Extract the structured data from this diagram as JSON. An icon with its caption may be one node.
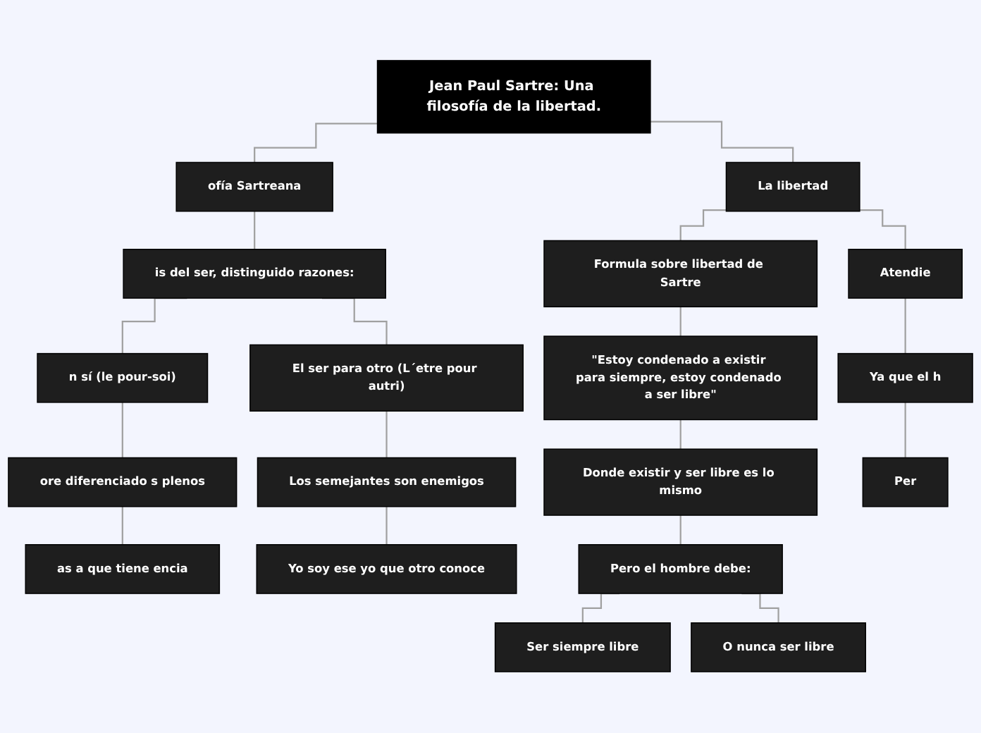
{
  "diagram": {
    "nodes": [
      {
        "text": [
          "Jean Paul Sartre: Una filosofía de la libertad."
        ]
      },
      {
        "text": [
          "ofía Sartreana"
        ]
      },
      {
        "text": [
          "is del ser, distinguido razones:"
        ]
      },
      {
        "text": [
          "n sí (le pour-soi)"
        ]
      },
      {
        "text": [
          "El ser para otro (L´etre pour autri)"
        ]
      },
      {
        "text": [
          "ore diferenciado s plenos"
        ]
      },
      {
        "text": [
          "Los semejantes son enemigos"
        ]
      },
      {
        "text": [
          "as a que tiene encia"
        ]
      },
      {
        "text": [
          "Yo soy ese yo que otro conoce"
        ]
      },
      {
        "text": [
          "La libertad"
        ]
      },
      {
        "text": [
          "Formula sobre libertad de Sartre"
        ]
      },
      {
        "text": [
          "\"Estoy condenado a existir para siempre, estoy condenado a ser libre\""
        ]
      },
      {
        "text": [
          "Donde existir y ser libre es lo mismo"
        ]
      },
      {
        "text": [
          "Pero el hombre debe:"
        ]
      },
      {
        "text": [
          "Ser siempre libre"
        ]
      },
      {
        "text": [
          "O nunca ser libre"
        ]
      },
      {
        "text": [
          "Atendie"
        ]
      },
      {
        "text": [
          "Ya que el h"
        ]
      },
      {
        "text": [
          "Per"
        ]
      }
    ],
    "edges": [
      {
        "from": 0,
        "to": 1,
        "arrow": "none"
      },
      {
        "from": 0,
        "to": 9,
        "arrow": "none"
      },
      {
        "from": 1,
        "to": 2,
        "arrow": "none"
      },
      {
        "from": 2,
        "to": 3,
        "arrow": "none"
      },
      {
        "from": 2,
        "to": 4,
        "arrow": "none"
      },
      {
        "from": 3,
        "to": 5,
        "arrow": "none"
      },
      {
        "from": 5,
        "to": 7,
        "arrow": "none"
      },
      {
        "from": 4,
        "to": 6,
        "arrow": "none"
      },
      {
        "from": 6,
        "to": 8,
        "arrow": "none"
      },
      {
        "from": 9,
        "to": 10,
        "arrow": "none"
      },
      {
        "from": 10,
        "to": 11,
        "arrow": "none"
      },
      {
        "from": 11,
        "to": 12,
        "arrow": "none"
      },
      {
        "from": 12,
        "to": 13,
        "arrow": "none"
      },
      {
        "from": 13,
        "to": 14,
        "arrow": "none"
      },
      {
        "from": 13,
        "to": 15,
        "arrow": "none"
      },
      {
        "from": 9,
        "to": 16,
        "arrow": "none"
      },
      {
        "from": 16,
        "to": 17,
        "arrow": "none"
      },
      {
        "from": 17,
        "to": 18,
        "arrow": "none"
      }
    ]
  }
}
